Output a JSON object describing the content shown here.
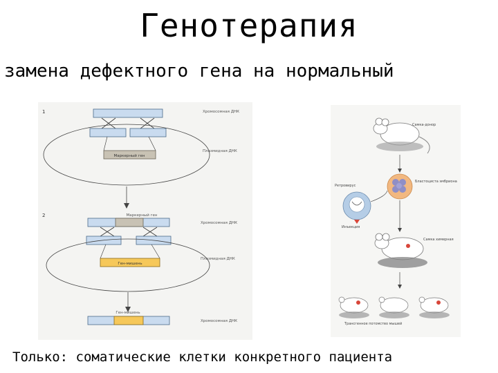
{
  "title": "Генотерапия",
  "subtitle": "замена дефектного гена на нормальный",
  "footer": "Только: соматические клетки конкретного пациента",
  "colors": {
    "dna_blue": "#c9dbef",
    "dna_stroke": "#4a6a8a",
    "marker_gray": "#c8c2b4",
    "target_yellow": "#f6c85a",
    "embryo_purple": "#8f8ec6",
    "embryo_orange": "#f2b880",
    "retrovirus_blue": "#b5cde6",
    "mark_red": "#d8463a"
  },
  "left_diagram": {
    "step1": {
      "number": "1",
      "chromosome_label": "Хромосомная ДНК",
      "plasmid_label": "Плазмидная ДНК",
      "marker_gene": "Маркерный ген"
    },
    "step2": {
      "number": "2",
      "marker_gene": "Маркерный ген",
      "chromosome_label": "Хромосомная ДНК",
      "plasmid_label": "Плазмидная ДНК",
      "target_gene": "Ген-мишень"
    },
    "step3": {
      "target_gene": "Ген-мишень",
      "chromosome_label": "Хромосомная ДНК"
    }
  },
  "right_diagram": {
    "mouse_donor": "Самка-донор",
    "embryo": "Бластоциста эмбриона",
    "retrovirus": "Ретровирус",
    "injection": "Инъекция",
    "chimera": "Самка химерная",
    "transgenic": "Трансгенное потомство мышей"
  }
}
